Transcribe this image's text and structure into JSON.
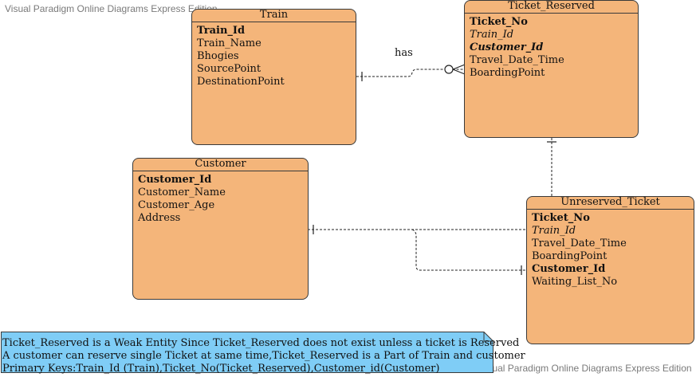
{
  "watermark": {
    "top_left": "Visual Paradigm Online Diagrams Express Edition",
    "bottom_right": "Visual Paradigm Online Diagrams Express Edition"
  },
  "entities": {
    "train": {
      "title": "Train",
      "attributes": [
        {
          "text": "Train_Id",
          "pk": true,
          "fk": false
        },
        {
          "text": "Train_Name",
          "pk": false,
          "fk": false
        },
        {
          "text": "Bhogies",
          "pk": false,
          "fk": false
        },
        {
          "text": "SourcePoint",
          "pk": false,
          "fk": false
        },
        {
          "text": "DestinationPoint",
          "pk": false,
          "fk": false
        }
      ]
    },
    "ticket_reserved": {
      "title": "Ticket_Reserved",
      "attributes": [
        {
          "text": "Ticket_No",
          "pk": true,
          "fk": false
        },
        {
          "text": "Train_Id",
          "pk": false,
          "fk": true
        },
        {
          "text": "Customer_Id",
          "pk": true,
          "fk": true
        },
        {
          "text": "Travel_Date_Time",
          "pk": false,
          "fk": false
        },
        {
          "text": "BoardingPoint",
          "pk": false,
          "fk": false
        }
      ]
    },
    "customer": {
      "title": "Customer",
      "attributes": [
        {
          "text": "Customer_Id",
          "pk": true,
          "fk": false
        },
        {
          "text": "Customer_Name",
          "pk": false,
          "fk": false
        },
        {
          "text": "Customer_Age",
          "pk": false,
          "fk": false
        },
        {
          "text": "Address",
          "pk": false,
          "fk": false
        }
      ]
    },
    "unreserved_ticket": {
      "title": "Unreserved_Ticket",
      "attributes": [
        {
          "text": "Ticket_No",
          "pk": true,
          "fk": false
        },
        {
          "text": "Train_Id",
          "pk": false,
          "fk": true
        },
        {
          "text": "Travel_Date_Time",
          "pk": false,
          "fk": false
        },
        {
          "text": "BoardingPoint",
          "pk": false,
          "fk": false
        },
        {
          "text": "Customer_Id",
          "pk": true,
          "fk": false
        },
        {
          "text": "Waiting_List_No",
          "pk": false,
          "fk": false
        }
      ]
    }
  },
  "relationships": {
    "train_ticket_label": "has"
  },
  "note": {
    "lines": [
      "Ticket_Reserved is a Weak Entity Since Ticket_Reserved does not exist unless a ticket is Reserved",
      "A customer can reserve single Ticket at same time,Ticket_Reserved is a Part of Train and customer",
      "Primary Keys:Train_Id (Train),Ticket_No(Ticket_Reserved),Customer_id(Customer)"
    ],
    "fill": "#7fcdf6"
  },
  "colors": {
    "entity_fill": "#f4b57a",
    "outline": "#3a3a3a"
  }
}
